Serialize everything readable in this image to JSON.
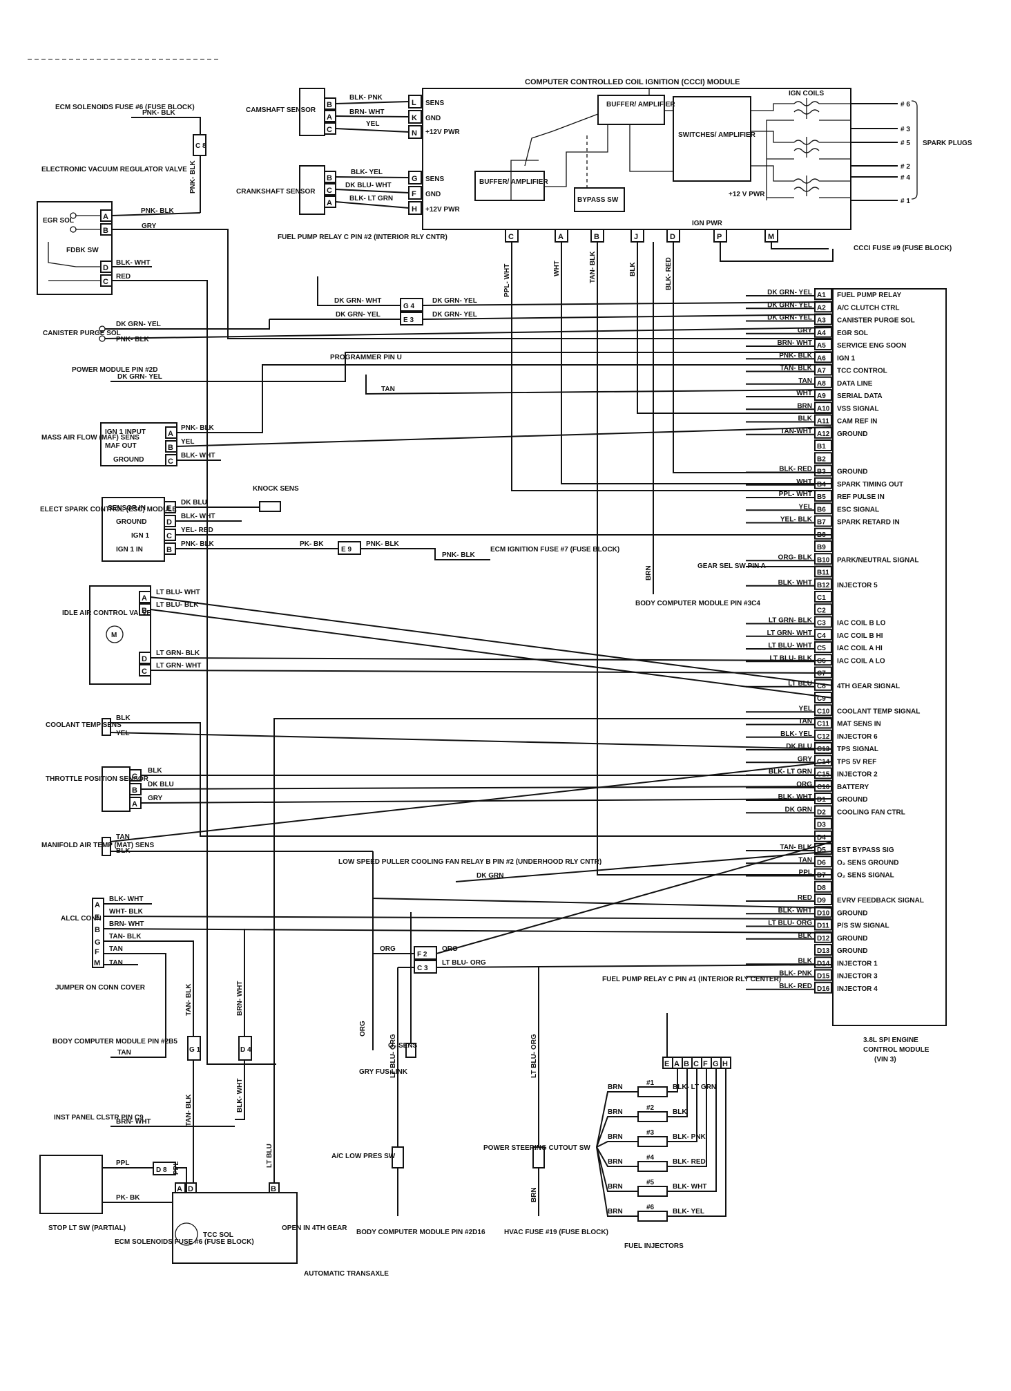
{
  "title": "COMPUTER CONTROLLED COIL IGNITION (CCCI) MODULE",
  "ecm": {
    "label": [
      "3.8L SPI ENGINE",
      "CONTROL MODULE",
      "(VIN 3)"
    ],
    "pins": [
      {
        "pin": "A1",
        "func": "FUEL PUMP RELAY",
        "wire": "DK GRN- YEL"
      },
      {
        "pin": "A2",
        "func": "A/C CLUTCH CTRL",
        "wire": "DK GRN- YEL"
      },
      {
        "pin": "A3",
        "func": "CANISTER PURGE SOL",
        "wire": "DK GRN- YEL"
      },
      {
        "pin": "A4",
        "func": "EGR SOL",
        "wire": "GRY"
      },
      {
        "pin": "A5",
        "func": "SERVICE ENG SOON",
        "wire": "BRN- WHT"
      },
      {
        "pin": "A6",
        "func": "IGN 1",
        "wire": "PNK- BLK"
      },
      {
        "pin": "A7",
        "func": "TCC CONTROL",
        "wire": "TAN- BLK"
      },
      {
        "pin": "A8",
        "func": "DATA LINE",
        "wire": "TAN"
      },
      {
        "pin": "A9",
        "func": "SERIAL DATA",
        "wire": "WHT"
      },
      {
        "pin": "A10",
        "func": "VSS SIGNAL",
        "wire": "BRN"
      },
      {
        "pin": "A11",
        "func": "CAM REF IN",
        "wire": "BLK"
      },
      {
        "pin": "A12",
        "func": "GROUND",
        "wire": "TAN-WHT"
      },
      {
        "pin": "B1",
        "func": "",
        "wire": ""
      },
      {
        "pin": "B2",
        "func": "",
        "wire": ""
      },
      {
        "pin": "B3",
        "func": "GROUND",
        "wire": "BLK- RED"
      },
      {
        "pin": "B4",
        "func": "SPARK TIMING OUT",
        "wire": "WHT"
      },
      {
        "pin": "B5",
        "func": "REF PULSE IN",
        "wire": "PPL- WHT"
      },
      {
        "pin": "B6",
        "func": "ESC SIGNAL",
        "wire": "YEL"
      },
      {
        "pin": "B7",
        "func": "SPARK RETARD IN",
        "wire": "YEL- BLK"
      },
      {
        "pin": "B8",
        "func": "",
        "wire": ""
      },
      {
        "pin": "B9",
        "func": "",
        "wire": ""
      },
      {
        "pin": "B10",
        "func": "PARK/NEUTRAL SIGNAL",
        "wire": "ORG- BLK"
      },
      {
        "pin": "B11",
        "func": "",
        "wire": ""
      },
      {
        "pin": "B12",
        "func": "INJECTOR 5",
        "wire": "BLK- WHT"
      },
      {
        "pin": "C1",
        "func": "",
        "wire": ""
      },
      {
        "pin": "C2",
        "func": "",
        "wire": ""
      },
      {
        "pin": "C3",
        "func": "IAC COIL B LO",
        "wire": "LT GRN- BLK"
      },
      {
        "pin": "C4",
        "func": "IAC COIL B HI",
        "wire": "LT GRN- WHT"
      },
      {
        "pin": "C5",
        "func": "IAC COIL A HI",
        "wire": "LT BLU- WHT"
      },
      {
        "pin": "C6",
        "func": "IAC COIL A LO",
        "wire": "LT BLU- BLK"
      },
      {
        "pin": "C7",
        "func": "",
        "wire": ""
      },
      {
        "pin": "C8",
        "func": "4TH GEAR SIGNAL",
        "wire": "LT BLU"
      },
      {
        "pin": "C9",
        "func": "",
        "wire": ""
      },
      {
        "pin": "C10",
        "func": "COOLANT TEMP SIGNAL",
        "wire": "YEL"
      },
      {
        "pin": "C11",
        "func": "MAT SENS IN",
        "wire": "TAN"
      },
      {
        "pin": "C12",
        "func": "INJECTOR 6",
        "wire": "BLK- YEL"
      },
      {
        "pin": "C13",
        "func": "TPS SIGNAL",
        "wire": "DK BLU"
      },
      {
        "pin": "C14",
        "func": "TPS 5V REF",
        "wire": "GRY"
      },
      {
        "pin": "C15",
        "func": "INJECTOR 2",
        "wire": "BLK- LT GRN"
      },
      {
        "pin": "C16",
        "func": "BATTERY",
        "wire": "ORG"
      },
      {
        "pin": "D1",
        "func": "GROUND",
        "wire": "BLK- WHT"
      },
      {
        "pin": "D2",
        "func": "COOLING FAN CTRL",
        "wire": "DK GRN"
      },
      {
        "pin": "D3",
        "func": "",
        "wire": ""
      },
      {
        "pin": "D4",
        "func": "",
        "wire": ""
      },
      {
        "pin": "D5",
        "func": "EST BYPASS SIG",
        "wire": "TAN- BLK"
      },
      {
        "pin": "D6",
        "func": "O₂ SENS GROUND",
        "wire": "TAN"
      },
      {
        "pin": "D7",
        "func": "O₂ SENS SIGNAL",
        "wire": "PPL"
      },
      {
        "pin": "D8",
        "func": "",
        "wire": ""
      },
      {
        "pin": "D9",
        "func": "EVRV FEEDBACK SIGNAL",
        "wire": "RED"
      },
      {
        "pin": "D10",
        "func": "GROUND",
        "wire": "BLK- WHT"
      },
      {
        "pin": "D11",
        "func": "P/S SW SIGNAL",
        "wire": "LT BLU- ORG"
      },
      {
        "pin": "D12",
        "func": "GROUND",
        "wire": "BLK"
      },
      {
        "pin": "D13",
        "func": "GROUND",
        "wire": ""
      },
      {
        "pin": "D14",
        "func": "INJECTOR 1",
        "wire": "BLK"
      },
      {
        "pin": "D15",
        "func": "INJECTOR 3",
        "wire": "BLK- PNK"
      },
      {
        "pin": "D16",
        "func": "INJECTOR 4",
        "wire": "BLK- RED"
      }
    ]
  },
  "ccci": {
    "left_pins": [
      {
        "pin": "L",
        "func": "SENS"
      },
      {
        "pin": "K",
        "func": "GND"
      },
      {
        "pin": "N",
        "func": "+12V PWR"
      },
      {
        "pin": "G",
        "func": "SENS"
      },
      {
        "pin": "F",
        "func": "GND"
      },
      {
        "pin": "H",
        "func": "+12V PWR"
      }
    ],
    "bottom_pins": [
      "C",
      "A",
      "B",
      "J",
      "D",
      "P",
      "M"
    ],
    "buffer1": "BUFFER/ AMPLIFIER",
    "buffer2": "BUFFER/ AMPLIFIER",
    "switches": "SWITCHES/ AMPLIFIER",
    "bypass": "BYPASS SW",
    "ign_coils": "IGN COILS",
    "ign_pwr": "IGN PWR",
    "plus12": "+12 V PWR",
    "plugs": [
      "# 6",
      "# 3",
      "# 5",
      "# 2",
      "# 4",
      "# 1"
    ],
    "spark_plugs": "SPARK PLUGS",
    "ccci_fuse": "CCCI FUSE #9 (FUSE BLOCK)",
    "bottom_wires": [
      "PPL- WHT",
      "WHT",
      "TAN- BLK",
      "BLK",
      "BLK- RED"
    ]
  },
  "components": {
    "ecm_sol_fuse": "ECM SOLENOIDS FUSE #6 (FUSE BLOCK)",
    "evrv": "ELECTRONIC VACUUM REGULATOR VALVE",
    "egr_sol": "EGR SOL",
    "fdbk_sw": "FDBK SW",
    "camshaft": "CAMSHAFT SENSOR",
    "crankshaft": "CRANKSHAFT SENSOR",
    "fuel_pump_relay_c": "FUEL PUMP RELAY C PIN #2 (INTERIOR RLY CNTR)",
    "canister": "CANISTER PURGE SOL",
    "power_module": "POWER MODULE PIN #2D",
    "programmer": "PROGRAMMER PIN U",
    "maf": "MASS AIR FLOW (MAF) SENS",
    "maf_pins": [
      "IGN 1 INPUT",
      "MAF OUT",
      "GROUND"
    ],
    "knock": "KNOCK SENS",
    "esc": "ELECT SPARK CONTROL (ESC) MODULE",
    "esc_pins": [
      "SENSOR IN",
      "GROUND",
      "IGN 1",
      "IGN 1 IN"
    ],
    "ecm_ign_fuse": "ECM IGNITION FUSE #7 (FUSE BLOCK)",
    "body_comp_3c4": "BODY COMPUTER MODULE PIN #3C4",
    "gear_sel": "GEAR SEL SW PIN A",
    "iac": "IDLE AIR CONTROL VALVE",
    "coolant": "COOLANT TEMP SENS",
    "tps": "THROTTLE POSITION SENSOR",
    "mat": "MANIFOLD AIR TEMP (MAT) SENS",
    "low_speed": "LOW SPEED PULLER COOLING FAN RELAY B PIN #2 (UNDERHOOD RLY CNTR)",
    "alcl": "ALCL CONN",
    "jumper": "JUMPER ON CONN COVER",
    "body_comp_2b5": "BODY COMPUTER MODULE PIN #2B5",
    "inst_panel": "INST PANEL CLSTR PIN C9",
    "stop_lt": "STOP LT SW (PARTIAL)",
    "ecm_sol_fuse2": "ECM SOLENOIDS FUSE #6 (FUSE BLOCK)",
    "o2_sens": "O₂ SENS",
    "gry_fus_link": "GRY FUS LINK",
    "ac_low_pres": "A/C LOW PRES SW",
    "body_comp_2d16": "BODY COMPUTER MODULE PIN #2D16",
    "power_steering": "POWER STEERING CUTOUT SW",
    "hvac_fuse": "HVAC FUSE #19 (FUSE BLOCK)",
    "fuel_pump_relay_c1": "FUEL PUMP RELAY C PIN #1 (INTERIOR RLY CENTER)",
    "tcc_sol": "TCC SOL",
    "open_4th": "OPEN IN 4TH GEAR",
    "auto_trans": "AUTOMATIC TRANSAXLE",
    "fuel_inj": "FUEL INJECTORS"
  },
  "injectors": [
    {
      "n": "#1",
      "wire": "BLK- LT GRN"
    },
    {
      "n": "#2",
      "wire": "BLK"
    },
    {
      "n": "#3",
      "wire": "BLK- PNK"
    },
    {
      "n": "#4",
      "wire": "BLK- RED"
    },
    {
      "n": "#5",
      "wire": "BLK- WHT"
    },
    {
      "n": "#6",
      "wire": "BLK- YEL"
    }
  ],
  "inj_conn_pins": [
    "E",
    "A",
    "B",
    "C",
    "F",
    "G",
    "H"
  ],
  "wires": {
    "pnk_blk": "PNK- BLK",
    "gry": "GRY",
    "blk_wht": "BLK- WHT",
    "red": "RED",
    "blk_pnk": "BLK- PNK",
    "brn_wht": "BRN- WHT",
    "yel": "YEL",
    "blk_yel": "BLK- YEL",
    "dk_blu_wht": "DK BLU- WHT",
    "blk_lt_grn": "BLK- LT GRN",
    "dk_grn_wht": "DK GRN- WHT",
    "dk_grn_yel": "DK GRN- YEL",
    "tan": "TAN",
    "dk_blu": "DK BLU",
    "yel_red": "YEL- RED",
    "pk_bk": "PK- BK",
    "lt_blu_wht": "LT BLU- WHT",
    "lt_blu_blk": "LT BLU- BLK",
    "lt_grn_blk": "LT GRN- BLK",
    "lt_grn_wht": "LT GRN- WHT",
    "blk": "BLK",
    "wht_blk": "WHT- BLK",
    "tan_blk": "TAN- BLK",
    "brn": "BRN",
    "org": "ORG",
    "lt_blu_org": "LT BLU- ORG",
    "ppl": "PPL",
    "lt_blu": "LT BLU",
    "dk_grn": "DK GRN"
  },
  "connectors": {
    "c8": "C 8",
    "g4": "G 4",
    "e3": "E 3",
    "e9": "E 9",
    "f2": "F 2",
    "c3": "C 3",
    "g1": "G 1",
    "d4": "D 4",
    "d8": "D 8"
  }
}
